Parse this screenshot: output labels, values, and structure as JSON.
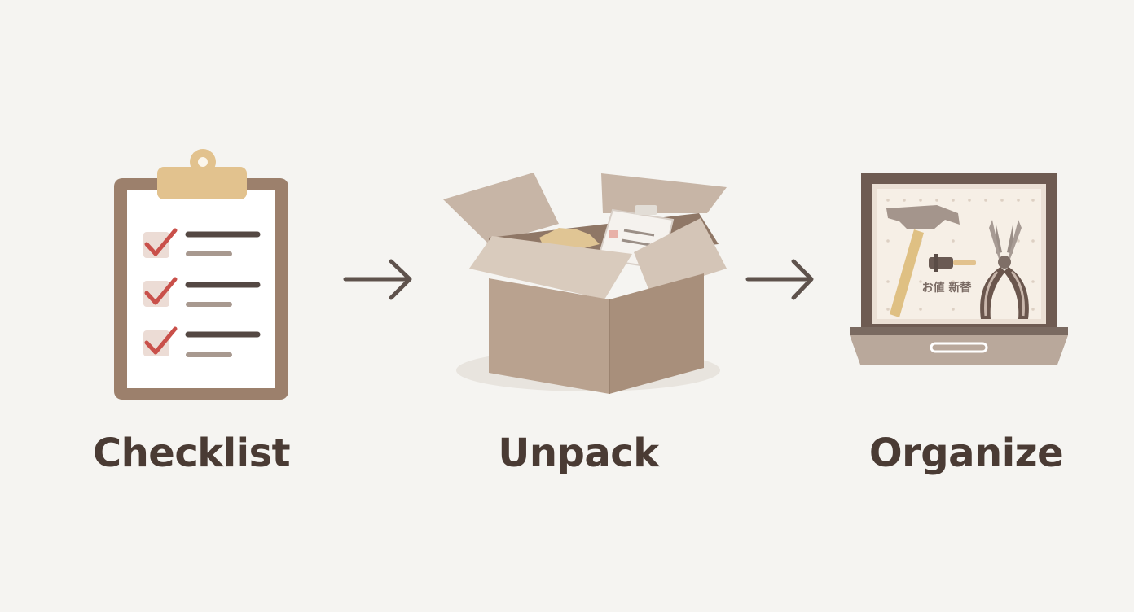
{
  "steps": [
    {
      "id": "checklist",
      "label": "Checklist",
      "icon": "clipboard-checklist-icon"
    },
    {
      "id": "unpack",
      "label": "Unpack",
      "icon": "open-box-icon"
    },
    {
      "id": "organize",
      "label": "Organize",
      "icon": "tool-drawer-icon"
    }
  ],
  "connector_icon": "arrow-right-icon",
  "drawer_label_text": "お値 新替",
  "colors": {
    "background": "#f5f4f1",
    "text": "#4a3b34",
    "clipboard_frame": "#9c806c",
    "clip": "#e2c28e",
    "check": "#c9504a",
    "box": "#b9a28f",
    "arrow": "#5e524c"
  }
}
